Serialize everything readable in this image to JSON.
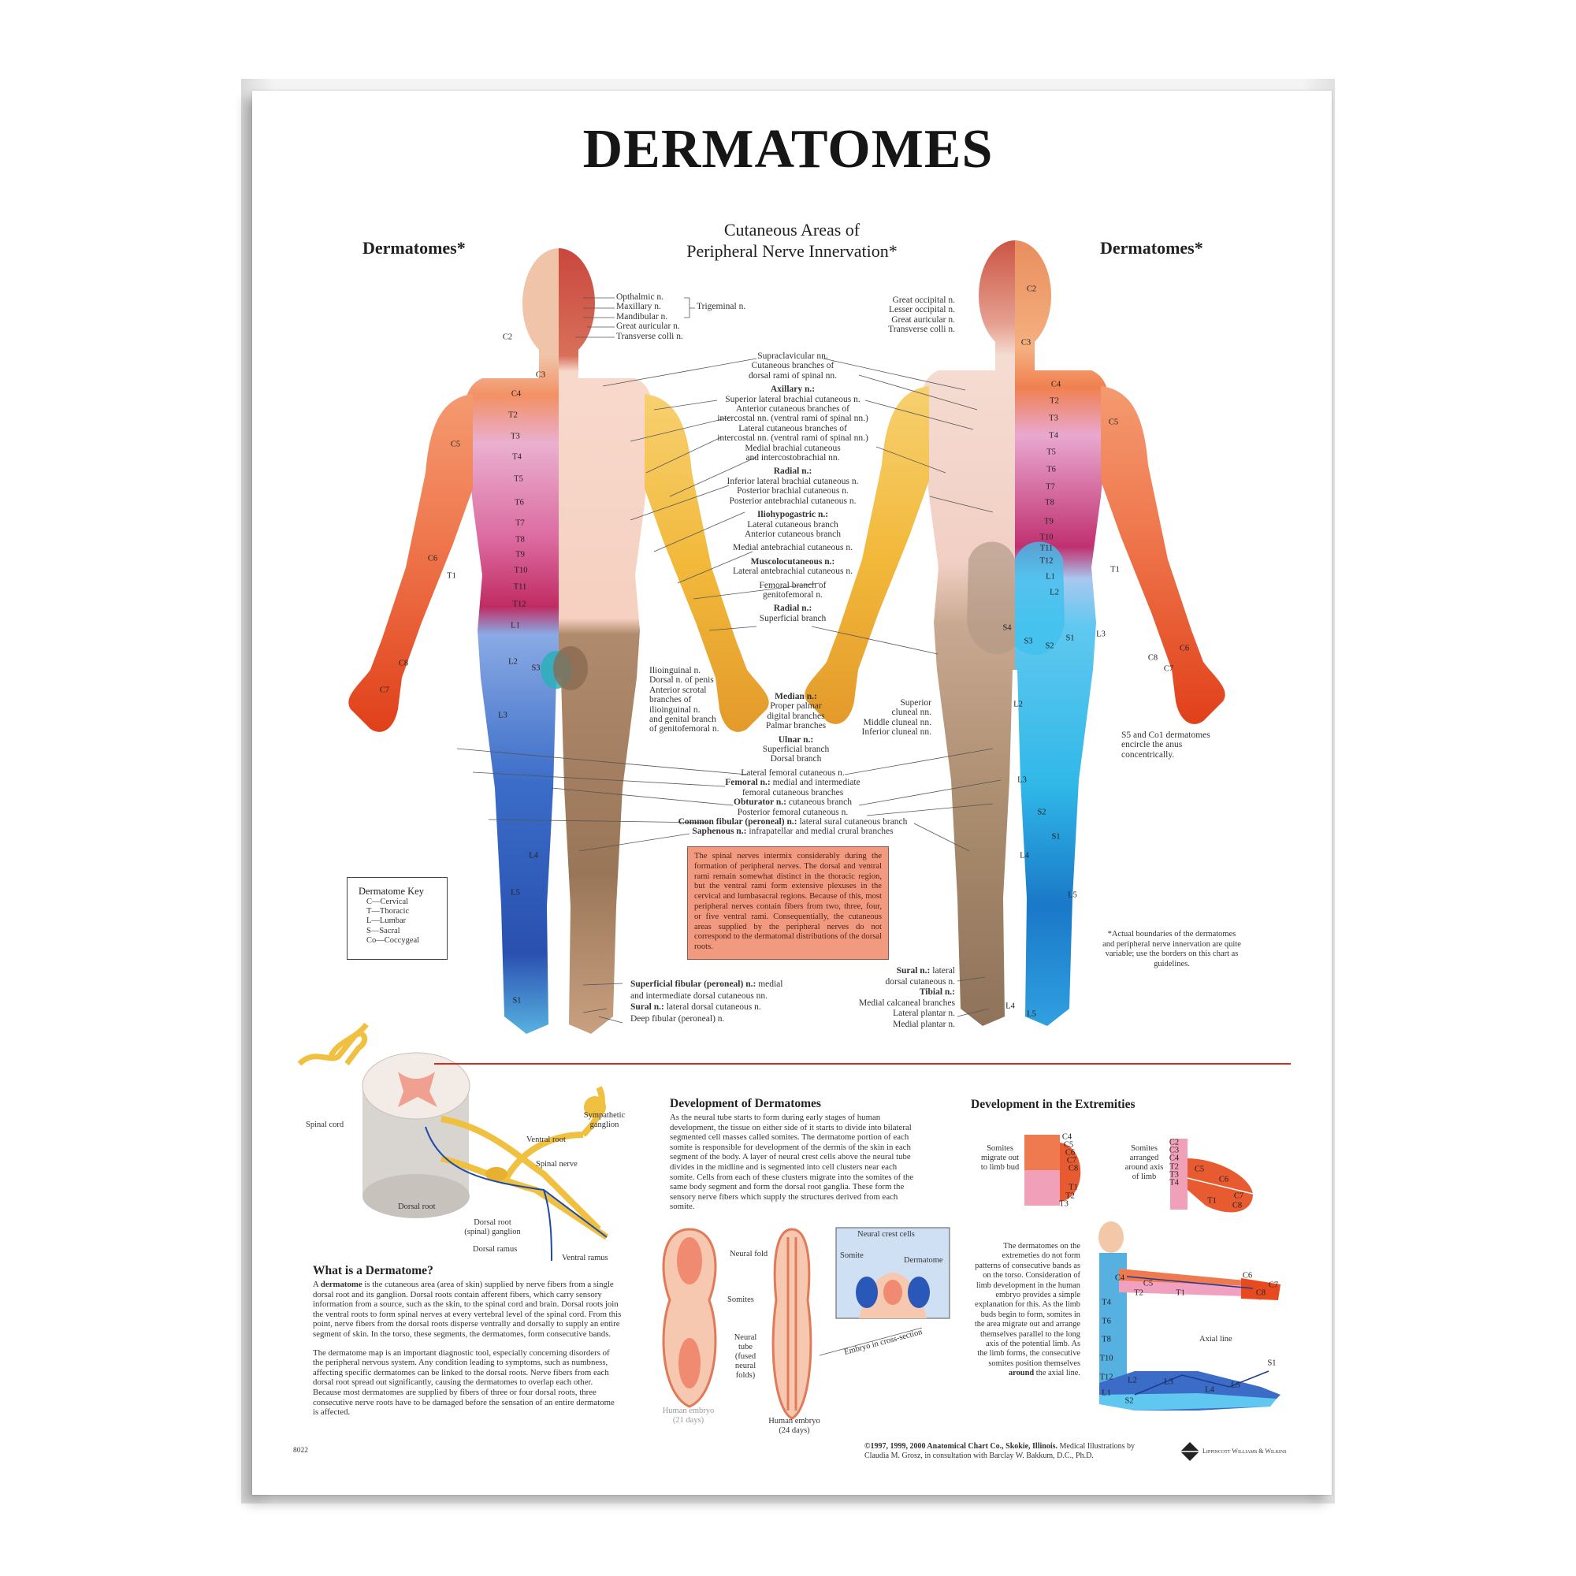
{
  "title": "DERMATOMES",
  "headings": {
    "left": "Dermatomes*",
    "center_line1": "Cutaneous Areas of",
    "center_line2": "Peripheral Nerve Innervation*",
    "right": "Dermatomes*"
  },
  "colors": {
    "title": "#161616",
    "divider_red": "#d42a22",
    "info_box_fill": "#f19a80",
    "cervical_orange": "#f08050",
    "thoracic_magenta": "#c8366a",
    "lumbar_blue": "#3a6cc8",
    "sacral_cyan": "#30b8e8",
    "peripheral_yellow": "#f2b93b",
    "peripheral_brown": "#a8866a"
  },
  "front_dermatome_labels": [
    "C2",
    "C3",
    "C4",
    "T2",
    "T3",
    "T4",
    "T5",
    "T6",
    "T7",
    "T8",
    "T9",
    "T10",
    "T11",
    "T12",
    "L1",
    "L2",
    "L3",
    "L4",
    "L5",
    "S1",
    "S3",
    "C5",
    "C6",
    "T1",
    "C8",
    "C7"
  ],
  "back_dermatome_labels": [
    "C2",
    "C3",
    "C4",
    "T2",
    "T3",
    "T4",
    "T5",
    "T6",
    "T7",
    "T8",
    "T9",
    "T10",
    "T11",
    "T12",
    "L1",
    "L2",
    "C5",
    "T1",
    "L3",
    "S1",
    "S2",
    "S3",
    "S4",
    "C6",
    "C8",
    "C7",
    "L2",
    "L3",
    "S2",
    "S1",
    "L4",
    "L5",
    "L4",
    "L5"
  ],
  "head_front_labels": [
    "Opthalmic n.",
    "Maxillary n.",
    "Mandibular n.",
    "Great auricular n.",
    "Transverse colli n."
  ],
  "trigeminal_label": "Trigeminal n.",
  "head_back_labels": [
    "Great occipital n.",
    "Lesser occipital n.",
    "Great auricular n.",
    "Transverse colli n."
  ],
  "center_labels_upper": [
    {
      "text": "Supraclavicular nn."
    },
    {
      "text": "Cutaneous branches of"
    },
    {
      "text": "dorsal rami of spinal nn."
    },
    {
      "gap": true
    },
    {
      "bold": "Axillary n.:"
    },
    {
      "text": "Superior lateral brachial cutaneous n."
    },
    {
      "text": "Anterior cutaneous branches of"
    },
    {
      "text": "intercostal nn. (ventral rami of spinal nn.)"
    },
    {
      "text": "Lateral cutaneous branches of"
    },
    {
      "text": "intercostal nn. (ventral rami of spinal nn.)"
    },
    {
      "text": "Medial brachial cutaneous"
    },
    {
      "text": "and intercostobrachial nn."
    },
    {
      "gap": true
    },
    {
      "bold": "Radial n.:"
    },
    {
      "text": "Inferior lateral brachial cutaneous n."
    },
    {
      "text": "Posterior brachial cutaneous n."
    },
    {
      "text": "Posterior antebrachial cutaneous n."
    },
    {
      "gap": true
    },
    {
      "bold": "Iliohypogastric n.:"
    },
    {
      "text": "Lateral cutaneous branch"
    },
    {
      "text": "Anterior cutaneous branch"
    },
    {
      "gap": true
    },
    {
      "text": "Medial antebrachial cutaneous n."
    },
    {
      "gap": true
    },
    {
      "bold": "Muscolocutaneous n.:"
    },
    {
      "text": "Lateral antebrachial cutaneous n."
    },
    {
      "gap": true
    },
    {
      "text": "Femoral branch of"
    },
    {
      "text": "genitofemoral n."
    },
    {
      "gap": true
    },
    {
      "bold": "Radial n.:"
    },
    {
      "text": "Superficial branch"
    }
  ],
  "center_labels_hand": [
    {
      "bold": "Median n.:"
    },
    {
      "text": "Proper palmar"
    },
    {
      "text": "digital branches"
    },
    {
      "text": "Palmar branches"
    },
    {
      "gap": true
    },
    {
      "bold": "Ulnar n.:"
    },
    {
      "text": "Superficial branch"
    },
    {
      "text": "Dorsal branch"
    }
  ],
  "center_labels_lower": [
    {
      "text": "Lateral femoral cutaneous n."
    },
    {
      "bold": "Femoral n.:",
      "text": " medial and intermediate"
    },
    {
      "text": "femoral cutaneous branches"
    },
    {
      "bold": "Obturator n.:",
      "text": " cutaneous branch"
    },
    {
      "text": "Posterior femoral cutaneous n."
    },
    {
      "bold": "Common fibular (peroneal) n.:",
      "text": " lateral sural cutaneous branch"
    },
    {
      "bold": "Saphenous n.:",
      "text": " infrapatellar and medial crural branches"
    }
  ],
  "groin_labels": [
    "Ilioinguinal n.",
    "Dorsal n. of penis",
    "Anterior scrotal",
    "branches of",
    "ilioinguinal n.",
    "and genital branch",
    "of genitofemoral n."
  ],
  "cluneal_labels": [
    "Superior",
    "cluneal nn.",
    "Middle cluneal nn.",
    "Inferior cluneal nn."
  ],
  "anus_note": [
    "S5 and Co1 dermatomes",
    "encircle the anus",
    "concentrically."
  ],
  "foot_front_labels": [
    {
      "bold": "Superficial fibular (peroneal) n.:",
      "text": " medial"
    },
    {
      "text": "and intermediate dorsal cutaneous nn."
    },
    {
      "bold": "Sural n.:",
      "text": " lateral dorsal cutaneous n."
    },
    {
      "text": "Deep fibular (peroneal) n."
    }
  ],
  "foot_back_labels": [
    {
      "bold": "Sural n.:",
      "text": " lateral"
    },
    {
      "text": "dorsal cutaneous n."
    },
    {
      "bold": "Tibial n.:"
    },
    {
      "text": "Medial calcaneal branches"
    },
    {
      "text": "Lateral plantar n."
    },
    {
      "text": "Medial plantar n."
    }
  ],
  "info_box": "The spinal nerves intermix considerably during the formation of peripheral nerves. The dorsal and ventral rami remain somewhat distinct in the thoracic region, but the ventral rami form extensive plexuses in the cervical and lumbasacral regions. Because of this, most peripheral nerves contain fibers from two, three, four, or five ventral rami. Consequentially, the cutaneous areas supplied by the peripheral nerves do not correspond to the dermatomal distributions of the dorsal roots.",
  "key": {
    "title": "Dermatome Key",
    "items": [
      "C—Cervical",
      "T—Thoracic",
      "L—Lumbar",
      "S—Sacral",
      "Co—Coccygeal"
    ]
  },
  "footnote": "*Actual boundaries of the dermatomes and peripheral nerve innervation are quite variable; use the borders on this chart as guidelines.",
  "spinal_labels": {
    "spinal_cord": "Spinal cord",
    "sympathetic_ganglion": "Sympathetic ganglion",
    "ventral_root": "Ventral root",
    "spinal_nerve": "Spinal nerve",
    "dorsal_root": "Dorsal root",
    "dorsal_root_ganglion": "Dorsal root (spinal) ganglion",
    "dorsal_ramus": "Dorsal ramus",
    "ventral_ramus": "Ventral ramus"
  },
  "what_is": {
    "title": "What is a Dermatome?",
    "p1_start": "A ",
    "p1_bold": "dermatome",
    "p1_rest": " is the cutaneous area (area of skin) supplied by nerve fibers from a single dorsal root and its ganglion. Dorsal roots contain afferent fibers, which carry sensory information from a source, such as the skin, to the spinal cord and brain. Dorsal roots join the ventral roots to form spinal nerves at every vertebral level of the spinal cord. From this point, nerve fibers from the dorsal roots disperse ventrally and dorsally to supply an entire segment of skin. In the torso, these segments, the dermatomes, form consecutive bands.",
    "p2": "The dermatome map is an important diagnostic tool, especially concerning disorders of the peripheral nervous system. Any condition leading to symptoms, such as numbness, affecting specific dermatomes can be linked to the dorsal roots. Nerve fibers from each dorsal root spread out significantly, causing the dermatomes to overlap each other. Because most dermatomes are supplied by fibers of three or four dorsal roots, three consecutive nerve roots have to be damaged before the sensation of an entire dermatome is affected."
  },
  "development": {
    "title": "Development of Dermatomes",
    "text": "As the neural tube starts to form during early stages of human development, the tissue on either side of it starts to divide into bilateral segmented cell masses called somites. The dermatome portion of each somite is responsible for development of the dermis of the skin in each segment of the body. A layer of neural crest cells above the neural tube divides in the midline and is segmented into cell clusters near each somite. Cells from each of these clusters migrate into the somites of the same body segment and form the dorsal root ganglia. These form the sensory nerve fibers which supply the structures derived from each somite."
  },
  "embryo_labels": {
    "neural_fold": "Neural fold",
    "somites": "Somites",
    "neural_tube": "Neural tube (fused neural folds)",
    "embryo_21": "Human embryo (21 days)",
    "embryo_24": "Human embryo (24 days)",
    "neural_crest": "Neural crest cells",
    "somite": "Somite",
    "dermatome": "Dermatome",
    "cross_section": "Embryo in cross-section"
  },
  "extremities": {
    "title": "Development in the Extremities",
    "somites_migrate": "Somites migrate out to limb bud",
    "somites_arranged": "Somites arranged around axis of limb",
    "bud1_labels": [
      "C4",
      "C5",
      "C6",
      "C7",
      "C8",
      "T1",
      "T2",
      "T3"
    ],
    "bud2_labels": [
      "C2",
      "C3",
      "C4",
      "T2",
      "T3",
      "T4",
      "C5",
      "C6",
      "T1",
      "C7",
      "C8"
    ],
    "text_start": "The dermatomes on the extremeties do not form patterns of consecutive bands as on the torso. Consideration of limb development in the human embryo provides a simple explanation for this. As the limb buds begin to form, somites in the area migrate out and arrange themselves parallel to the long axis of the potential limb. As the limb forms, the consecutive somites position themselves ",
    "text_bold": "around",
    "text_end": " the axial line.",
    "axial_line": "Axial line",
    "figure_labels": [
      "C4",
      "C5",
      "T2",
      "T1",
      "C6",
      "C8",
      "C7",
      "T4",
      "T6",
      "T8",
      "T10",
      "T12",
      "L1",
      "S2",
      "L2",
      "L3",
      "L4",
      "L5",
      "S1"
    ]
  },
  "footer": {
    "code": "8022",
    "copyright_bold": "©1997, 1999, 2000 Anatomical Chart Co., Skokie, Illinois.",
    "copyright_rest": " Medical Illustrations by",
    "credit_line2": "Claudia M. Grosz, in consultation with Barclay W. Bakkum, D.C., Ph.D.",
    "publisher": "Lippincott Williams & Wilkins"
  }
}
